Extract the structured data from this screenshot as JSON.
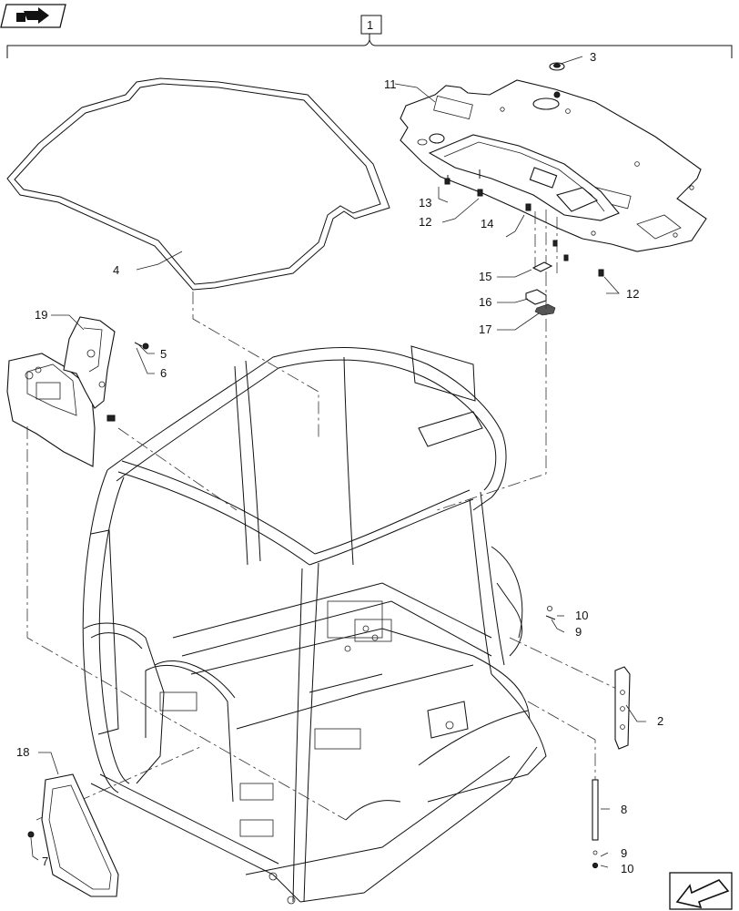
{
  "callouts": [
    "1",
    "2",
    "3",
    "4",
    "5",
    "6",
    "7",
    "8",
    "9",
    "9",
    "10",
    "10",
    "11",
    "12",
    "12",
    "13",
    "14",
    "15",
    "16",
    "17",
    "18",
    "19"
  ],
  "colors": {
    "line": "#111111",
    "background": "#ffffff"
  },
  "icons": {
    "top_left": "book-arrow-icon",
    "bottom_right": "arrow-down-left-icon"
  }
}
